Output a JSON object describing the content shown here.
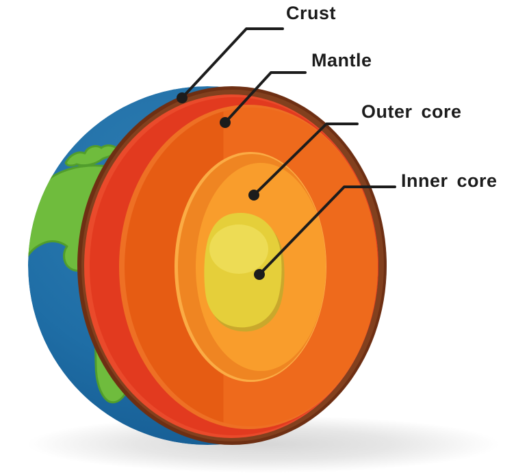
{
  "diagram": {
    "type": "earth-layers-cutaway",
    "labels": {
      "crust": "Crust",
      "mantle": "Mantle",
      "outer_core": "Outer core",
      "inner_core": "Inner core"
    }
  },
  "colors": {
    "background": "#ffffff",
    "text": "#1c1c1c",
    "line": "#1c1c1c",
    "shadow": "#c9c9c9",
    "ocean": "#1f6ea6",
    "ocean_light": "#2e7db2",
    "ocean_dark": "#12568c",
    "land": "#6fbc3d",
    "land_dark": "#519d2c",
    "crust_outer": "#6e2f13",
    "crust_inner": "#82401e",
    "mantle_red_rim": "#ea4a2b",
    "mantle_red": "#e23a1f",
    "mantle_rim": "#ee7024",
    "mantle_left": "#e65c13",
    "mantle_right": "#ee6a1c",
    "outer_core_rim": "#fbac45",
    "outer_core_wall": "#ef8522",
    "outer_core_face": "#f99d2c",
    "inner_core_dark": "#c9a82c",
    "inner_core_main": "#e5cf3a",
    "inner_core_highlight": "#eddc55"
  }
}
